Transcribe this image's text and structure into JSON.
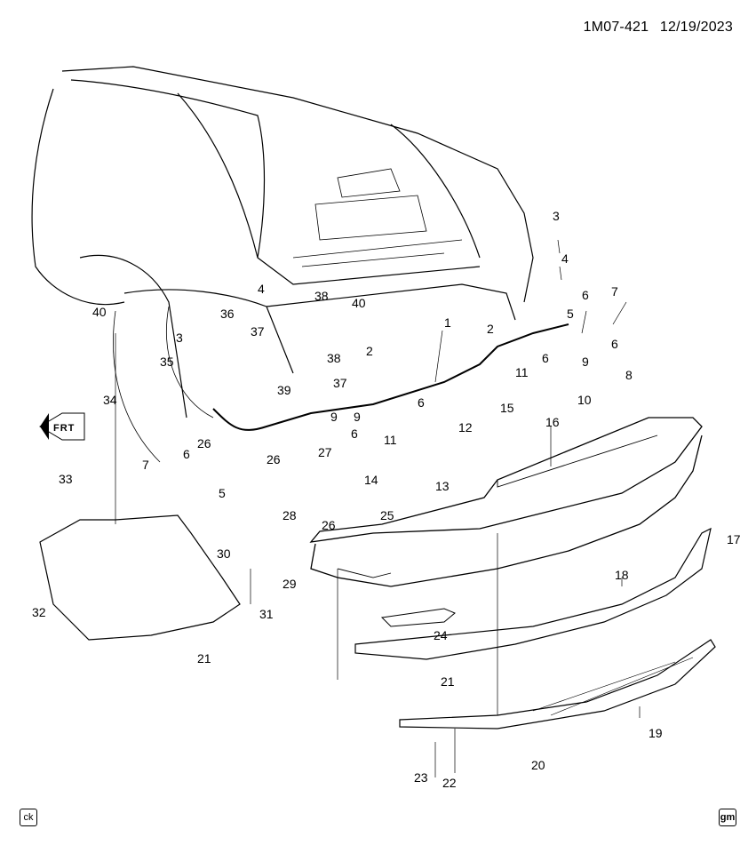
{
  "header": {
    "code": "1M07-421",
    "date": "12/19/2023"
  },
  "frt_label": "FRT",
  "corner_left_label": "ck",
  "corner_right_label": "gm",
  "callouts": [
    "1",
    "2",
    "2",
    "3",
    "3",
    "4",
    "4",
    "5",
    "5",
    "6",
    "6",
    "6",
    "6",
    "6",
    "6",
    "7",
    "7",
    "8",
    "9",
    "9",
    "9",
    "10",
    "11",
    "11",
    "12",
    "13",
    "14",
    "15",
    "16",
    "17",
    "18",
    "19",
    "20",
    "21",
    "21",
    "22",
    "23",
    "24",
    "25",
    "26",
    "26",
    "26",
    "27",
    "28",
    "29",
    "30",
    "31",
    "32",
    "33",
    "34",
    "35",
    "36",
    "37",
    "37",
    "38",
    "38",
    "39",
    "40",
    "40"
  ]
}
